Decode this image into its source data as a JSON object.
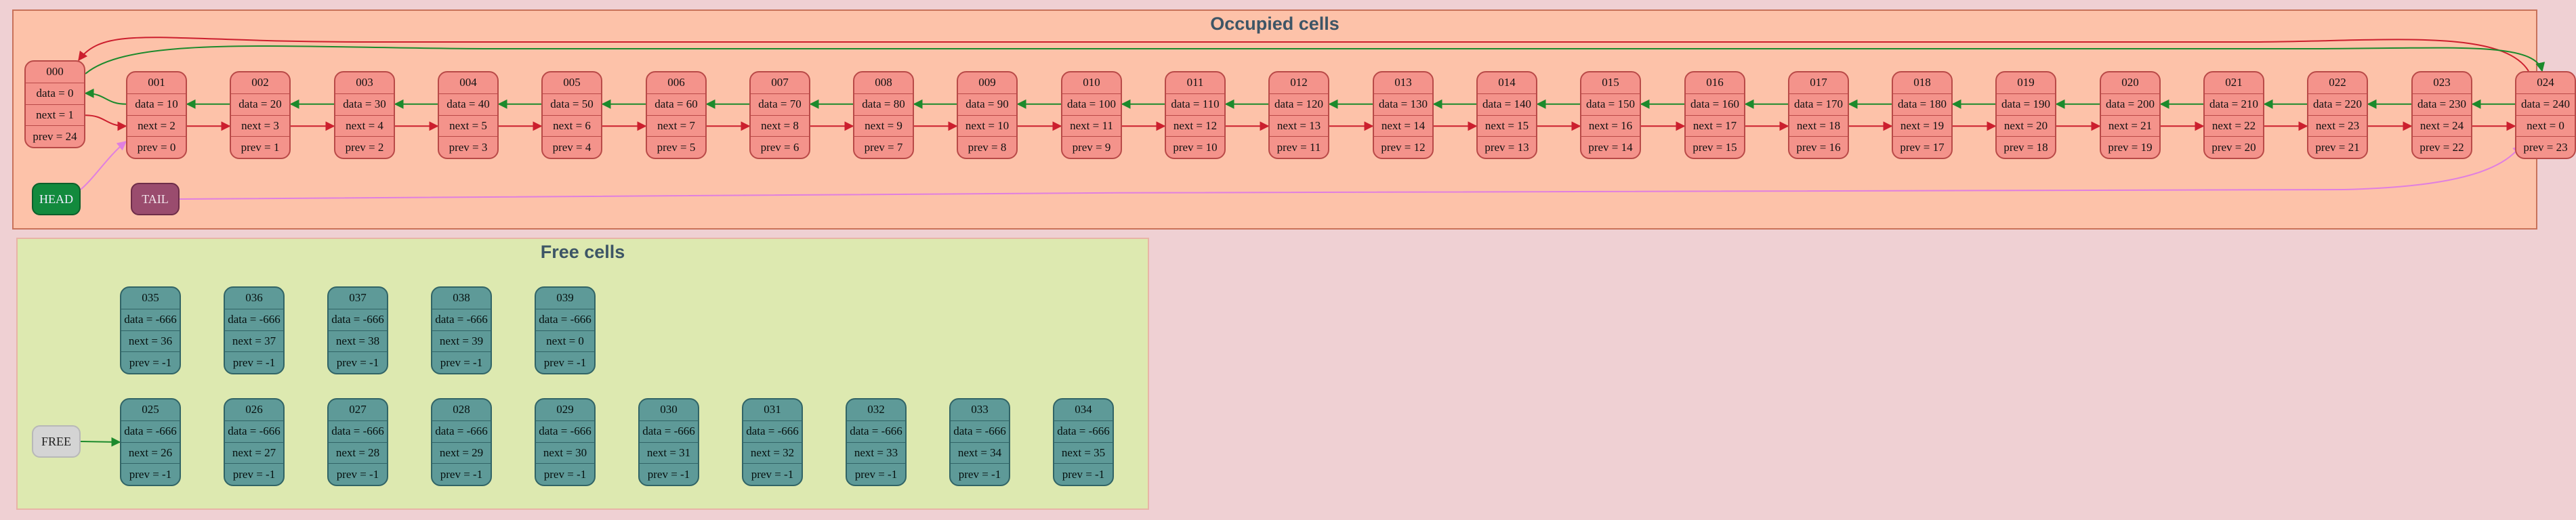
{
  "occupied": {
    "title": "Occupied cells",
    "nodes": [
      {
        "id": "000",
        "data": "data = 0",
        "next": "next = 1",
        "prev": "prev = 24"
      },
      {
        "id": "001",
        "data": "data = 10",
        "next": "next = 2",
        "prev": "prev = 0"
      },
      {
        "id": "002",
        "data": "data = 20",
        "next": "next = 3",
        "prev": "prev = 1"
      },
      {
        "id": "003",
        "data": "data = 30",
        "next": "next = 4",
        "prev": "prev = 2"
      },
      {
        "id": "004",
        "data": "data = 40",
        "next": "next = 5",
        "prev": "prev = 3"
      },
      {
        "id": "005",
        "data": "data = 50",
        "next": "next = 6",
        "prev": "prev = 4"
      },
      {
        "id": "006",
        "data": "data = 60",
        "next": "next = 7",
        "prev": "prev = 5"
      },
      {
        "id": "007",
        "data": "data = 70",
        "next": "next = 8",
        "prev": "prev = 6"
      },
      {
        "id": "008",
        "data": "data = 80",
        "next": "next = 9",
        "prev": "prev = 7"
      },
      {
        "id": "009",
        "data": "data = 90",
        "next": "next = 10",
        "prev": "prev = 8"
      },
      {
        "id": "010",
        "data": "data = 100",
        "next": "next = 11",
        "prev": "prev = 9"
      },
      {
        "id": "011",
        "data": "data = 110",
        "next": "next = 12",
        "prev": "prev = 10"
      },
      {
        "id": "012",
        "data": "data = 120",
        "next": "next = 13",
        "prev": "prev = 11"
      },
      {
        "id": "013",
        "data": "data = 130",
        "next": "next = 14",
        "prev": "prev = 12"
      },
      {
        "id": "014",
        "data": "data = 140",
        "next": "next = 15",
        "prev": "prev = 13"
      },
      {
        "id": "015",
        "data": "data = 150",
        "next": "next = 16",
        "prev": "prev = 14"
      },
      {
        "id": "016",
        "data": "data = 160",
        "next": "next = 17",
        "prev": "prev = 15"
      },
      {
        "id": "017",
        "data": "data = 170",
        "next": "next = 18",
        "prev": "prev = 16"
      },
      {
        "id": "018",
        "data": "data = 180",
        "next": "next = 19",
        "prev": "prev = 17"
      },
      {
        "id": "019",
        "data": "data = 190",
        "next": "next = 20",
        "prev": "prev = 18"
      },
      {
        "id": "020",
        "data": "data = 200",
        "next": "next = 21",
        "prev": "prev = 19"
      },
      {
        "id": "021",
        "data": "data = 210",
        "next": "next = 22",
        "prev": "prev = 20"
      },
      {
        "id": "022",
        "data": "data = 220",
        "next": "next = 23",
        "prev": "prev = 21"
      },
      {
        "id": "023",
        "data": "data = 230",
        "next": "next = 24",
        "prev": "prev = 22"
      },
      {
        "id": "024",
        "data": "data = 240",
        "next": "next = 0",
        "prev": "prev = 23"
      }
    ]
  },
  "free": {
    "title": "Free cells",
    "top_row": [
      {
        "id": "035",
        "data": "data = -666",
        "next": "next = 36",
        "prev": "prev = -1"
      },
      {
        "id": "036",
        "data": "data = -666",
        "next": "next = 37",
        "prev": "prev = -1"
      },
      {
        "id": "037",
        "data": "data = -666",
        "next": "next = 38",
        "prev": "prev = -1"
      },
      {
        "id": "038",
        "data": "data = -666",
        "next": "next = 39",
        "prev": "prev = -1"
      },
      {
        "id": "039",
        "data": "data = -666",
        "next": "next = 0",
        "prev": "prev = -1"
      }
    ],
    "bottom_row": [
      {
        "id": "025",
        "data": "data = -666",
        "next": "next = 26",
        "prev": "prev = -1"
      },
      {
        "id": "026",
        "data": "data = -666",
        "next": "next = 27",
        "prev": "prev = -1"
      },
      {
        "id": "027",
        "data": "data = -666",
        "next": "next = 28",
        "prev": "prev = -1"
      },
      {
        "id": "028",
        "data": "data = -666",
        "next": "next = 29",
        "prev": "prev = -1"
      },
      {
        "id": "029",
        "data": "data = -666",
        "next": "next = 30",
        "prev": "prev = -1"
      },
      {
        "id": "030",
        "data": "data = -666",
        "next": "next = 31",
        "prev": "prev = -1"
      },
      {
        "id": "031",
        "data": "data = -666",
        "next": "next = 32",
        "prev": "prev = -1"
      },
      {
        "id": "032",
        "data": "data = -666",
        "next": "next = 33",
        "prev": "prev = -1"
      },
      {
        "id": "033",
        "data": "data = -666",
        "next": "next = 34",
        "prev": "prev = -1"
      },
      {
        "id": "034",
        "data": "data = -666",
        "next": "next = 35",
        "prev": "prev = -1"
      }
    ]
  },
  "labels": {
    "head": "HEAD",
    "tail": "TAIL",
    "free": "FREE"
  },
  "colors": {
    "next_arrow": "#cc1f2e",
    "prev_arrow": "#1c8a2c",
    "tail_arrow": "#e07fe0",
    "occupied_node": "#f4938b",
    "free_node": "#5e9a98"
  }
}
